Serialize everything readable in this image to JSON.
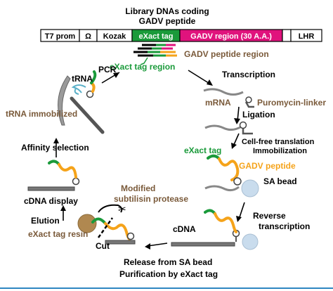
{
  "title": {
    "line1": "Library DNAs coding",
    "line2": "GADV peptide"
  },
  "construct": {
    "segments": [
      {
        "label": "T7 prom",
        "fill": "#ffffff",
        "text": "#000000"
      },
      {
        "label": "Ω",
        "fill": "#ffffff",
        "text": "#000000"
      },
      {
        "label": "Kozak",
        "fill": "#ffffff",
        "text": "#000000"
      },
      {
        "label": "eXact tag",
        "fill": "#1a9a3a",
        "text": "#ffffff"
      },
      {
        "label": "GADV region (30 A.A.)",
        "fill": "#e0137d",
        "text": "#ffffff"
      },
      {
        "label": "",
        "fill": "#ffffff",
        "text": "#000000"
      },
      {
        "label": "LHR",
        "fill": "#ffffff",
        "text": "#000000"
      }
    ]
  },
  "labels": {
    "gadv_peptide_region": "GADV peptide region",
    "pcr": "PCR",
    "exact_tag_region": "eXact tag region",
    "trna": "tRNA",
    "trna_immobilized": "tRNA immobilized",
    "transcription": "Transcription",
    "mrna": "mRNA",
    "puromycin_linker": "Puromycin-linker",
    "ligation": "Ligation",
    "cell_free": "Cell-free translation",
    "immobilization": "Immobilization",
    "exact_tag": "eXact tag",
    "gadv_peptide": "GADV peptide",
    "sa_bead": "SA bead",
    "affinity_selection": "Affinity selection",
    "cdna_display": "cDNA display",
    "modified": "Modified",
    "subtilisin": "subtilisin protease",
    "elution": "Elution",
    "exact_tag_resin": "eXact tag resin",
    "cut": "Cut",
    "cdna": "cDNA",
    "reverse": "Reverse",
    "transcription2": "transcription",
    "release": "Release from SA bead",
    "purification": "Purification by eXact tag"
  },
  "colors": {
    "green": "#1a9a3a",
    "magenta": "#e0137d",
    "orange": "#f5a31a",
    "brown": "#7a5a3a",
    "grey": "#808080",
    "bead": "#c9dced",
    "resin": "#b08850",
    "border": "#2e86c1"
  }
}
